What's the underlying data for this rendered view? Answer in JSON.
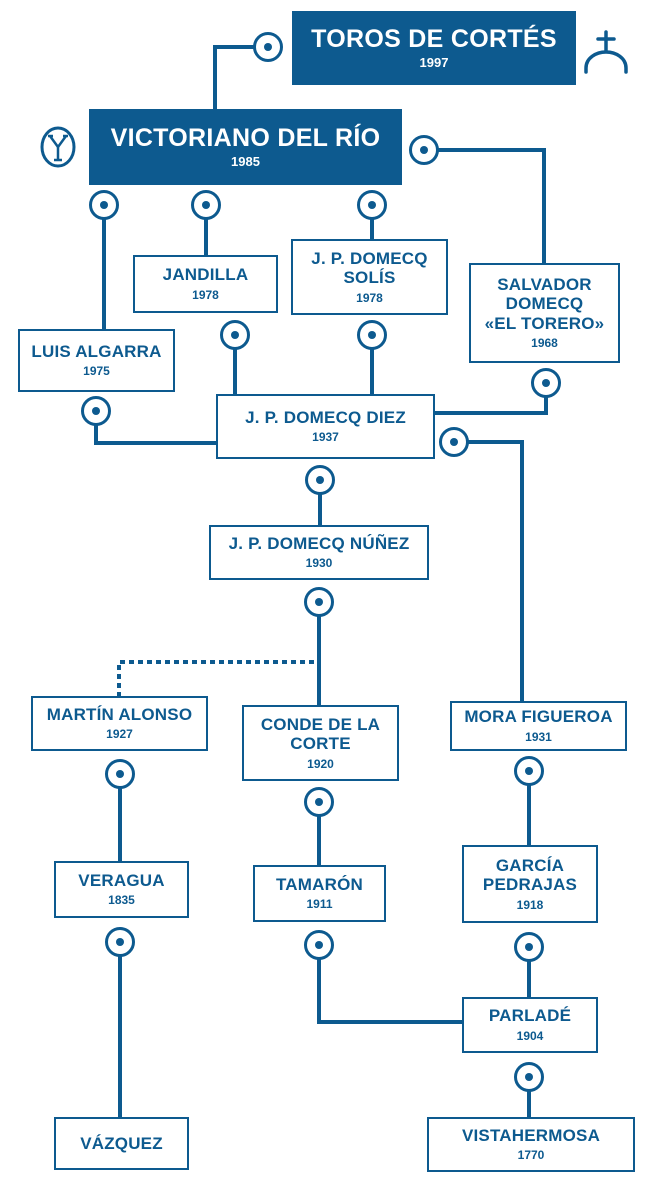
{
  "colors": {
    "primary": "#0d5a8f",
    "background": "#ffffff"
  },
  "nodes": {
    "toros_de_cortes": {
      "name": "TOROS DE CORTÉS",
      "year": "1997"
    },
    "victoriano_del_rio": {
      "name": "VICTORIANO DEL RÍO",
      "year": "1985"
    },
    "jandilla": {
      "name": "JANDILLA",
      "year": "1978"
    },
    "jp_domecq_solis": {
      "name": "J. P. DOMECQ\nSOLÍS",
      "year": "1978"
    },
    "salvador_domecq": {
      "name": "SALVADOR\nDOMECQ\n«EL TORERO»",
      "year": "1968"
    },
    "luis_algarra": {
      "name": "LUIS ALGARRA",
      "year": "1975"
    },
    "jp_domecq_diez": {
      "name": "J. P. DOMECQ DIEZ",
      "year": "1937"
    },
    "jp_domecq_nunez": {
      "name": "J. P. DOMECQ NÚÑEZ",
      "year": "1930"
    },
    "martin_alonso": {
      "name": "MARTÍN ALONSO",
      "year": "1927"
    },
    "conde_de_la_corte": {
      "name": "CONDE DE LA\nCORTE",
      "year": "1920"
    },
    "mora_figueroa": {
      "name": "MORA FIGUEROA",
      "year": "1931"
    },
    "veragua": {
      "name": "VERAGUA",
      "year": "1835"
    },
    "tamaron": {
      "name": "TAMARÓN",
      "year": "1911"
    },
    "garcia_pedrajas": {
      "name": "GARCÍA\nPEDRAJAS",
      "year": "1918"
    },
    "parlade": {
      "name": "PARLADÉ",
      "year": "1904"
    },
    "vazquez": {
      "name": "VÁZQUEZ",
      "year": ""
    },
    "vistahermosa": {
      "name": "VISTAHERMOSA",
      "year": "1770"
    }
  },
  "icons": {
    "toros_de_cortes": "cross-horseshoe-brand-icon",
    "victoriano_del_rio": "y-circle-brand-icon"
  }
}
